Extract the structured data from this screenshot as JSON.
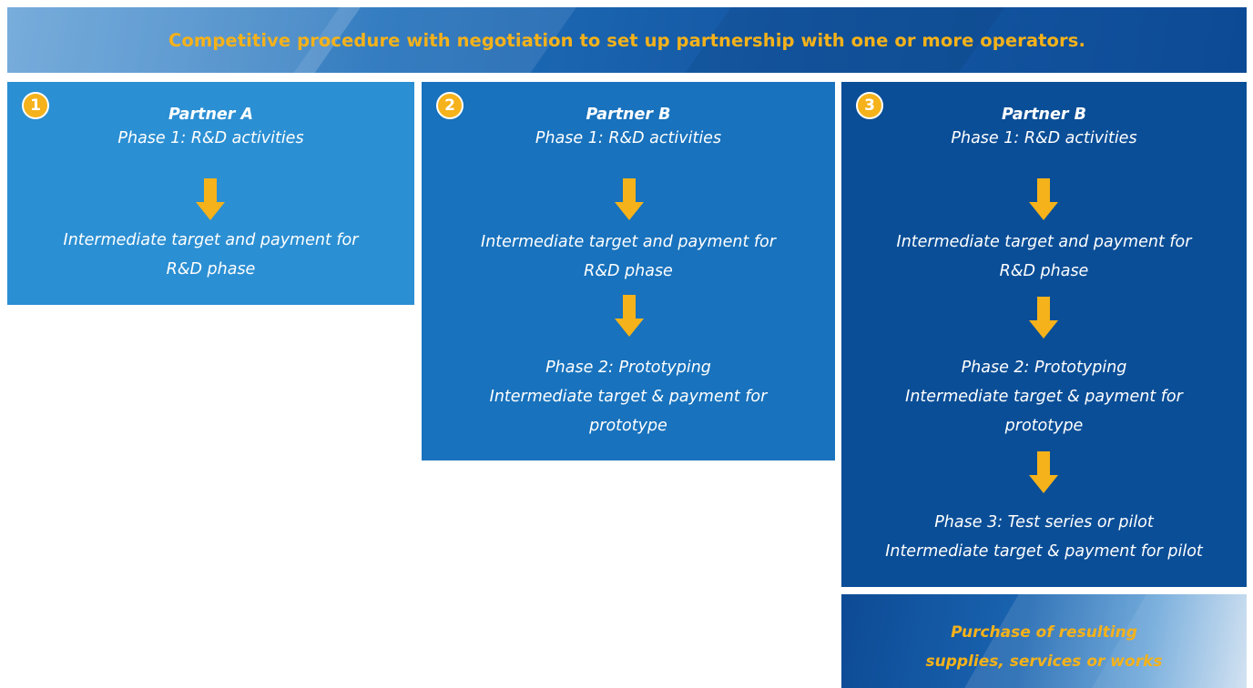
{
  "banner": {
    "title": "Competitive procedure with negotiation to set up partnership with one or more operators."
  },
  "columns": [
    {
      "number": "1",
      "partner": "Partner A",
      "phase1": "Phase 1: R&D activities",
      "target1_line1": "Intermediate target and payment for",
      "target1_line2": "R&D phase"
    },
    {
      "number": "2",
      "partner": "Partner B",
      "phase1": "Phase 1: R&D activities",
      "target1_line1": "Intermediate target and payment for",
      "target1_line2": "R&D phase",
      "phase2": "Phase 2: Prototyping",
      "target2_line1": "Intermediate target & payment for",
      "target2_line2": "prototype"
    },
    {
      "number": "3",
      "partner": "Partner B",
      "phase1": "Phase 1: R&D activities",
      "target1_line1": "Intermediate target and payment for",
      "target1_line2": "R&D phase",
      "phase2": "Phase 2: Prototyping",
      "target2_line1": "Intermediate target & payment for",
      "target2_line2": "prototype",
      "phase3": "Phase 3: Test series or pilot",
      "target3_line1": "Intermediate target & payment for pilot"
    }
  ],
  "purchase": {
    "line1": "Purchase of resulting",
    "line2": "supplies, services or works"
  },
  "colors": {
    "accent": "#f5b21a",
    "column1": "#2b8fd3",
    "column2": "#1872bd",
    "column3": "#0a4e97"
  }
}
